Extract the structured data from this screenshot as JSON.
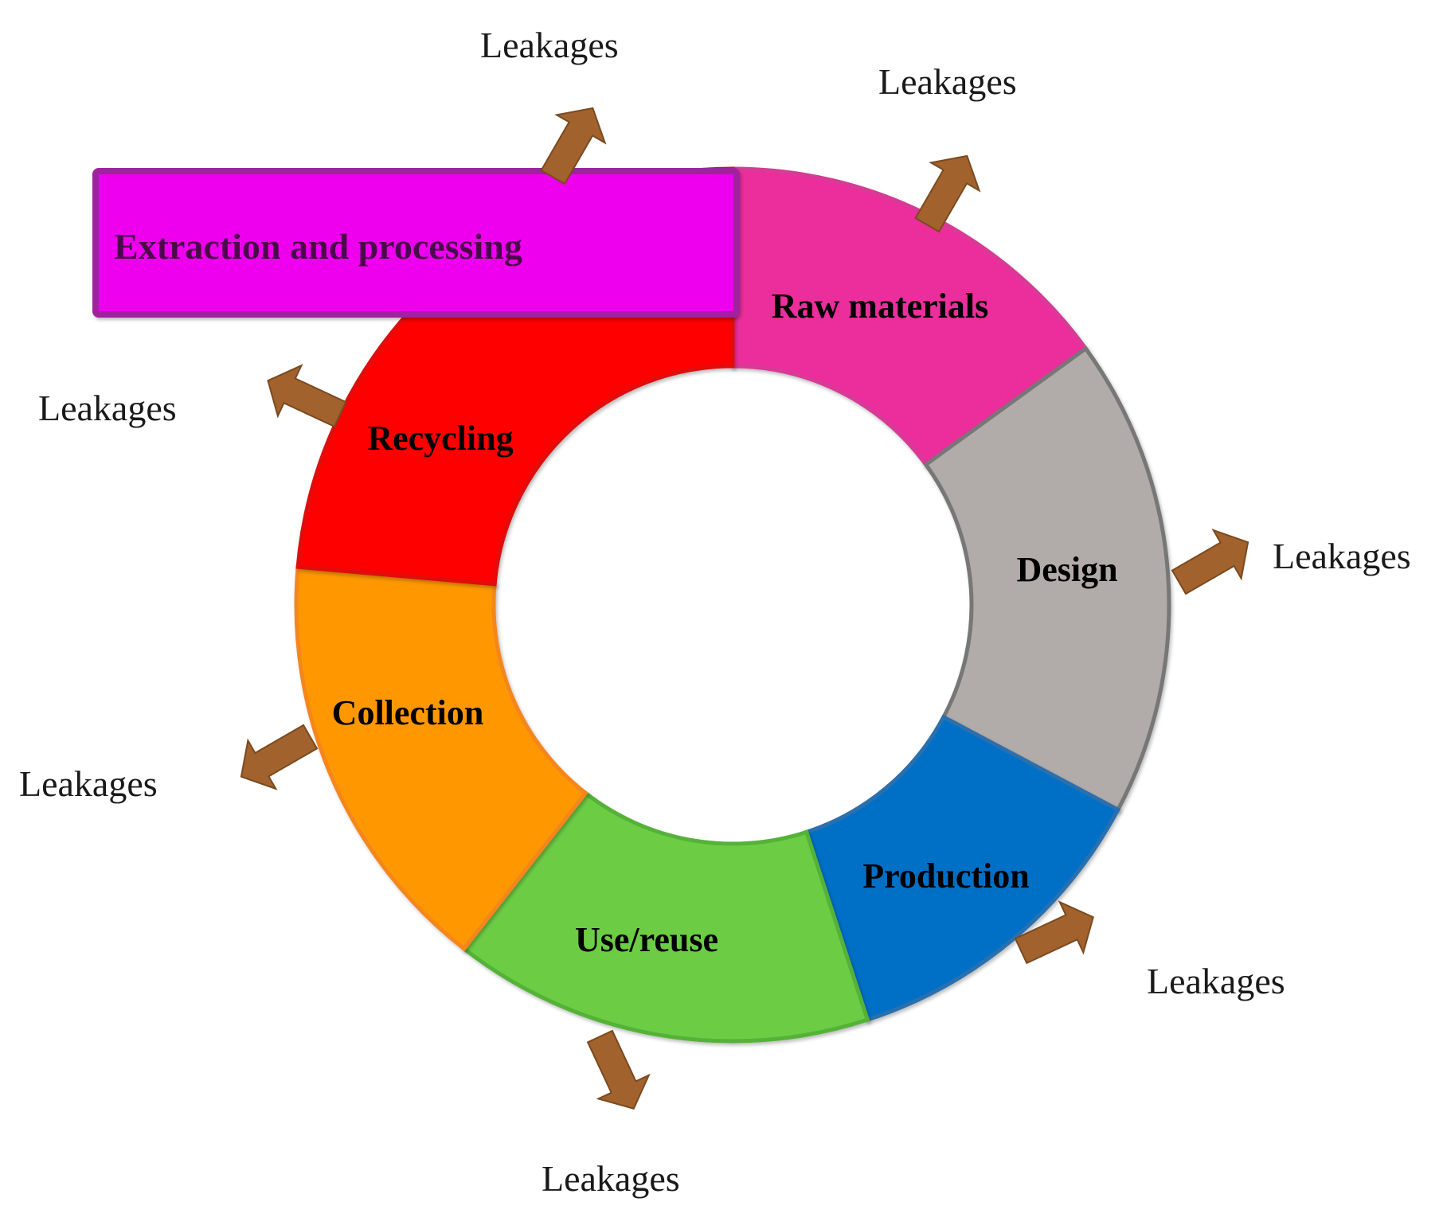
{
  "diagram": {
    "box": {
      "label": "Extraction and processing",
      "fill": "#ee00ee",
      "stroke": "#a0209f"
    },
    "segments": [
      {
        "id": "raw-materials",
        "label": "Raw materials",
        "fill": "#ec2f9c",
        "stroke": "#d63a95"
      },
      {
        "id": "design",
        "label": "Design",
        "fill": "#b1abaa",
        "stroke": "#777777"
      },
      {
        "id": "production",
        "label": "Production",
        "fill": "#0070c6",
        "stroke": "#2c6fae"
      },
      {
        "id": "use-reuse",
        "label": "Use/reuse",
        "fill": "#6ccd44",
        "stroke": "#55b237"
      },
      {
        "id": "collection",
        "label": "Collection",
        "fill": "#ff9800",
        "stroke": "#f5861c"
      },
      {
        "id": "recycling",
        "label": "Recycling",
        "fill": "#ff0000",
        "stroke": "#e01010"
      }
    ],
    "leakages": [
      {
        "id": "top",
        "label": "Leakages"
      },
      {
        "id": "raw-materials",
        "label": "Leakages"
      },
      {
        "id": "recycling",
        "label": "Leakages"
      },
      {
        "id": "design",
        "label": "Leakages"
      },
      {
        "id": "collection",
        "label": "Leakages"
      },
      {
        "id": "production",
        "label": "Leakages"
      },
      {
        "id": "use-reuse",
        "label": "Leakages"
      }
    ],
    "arrow_color": "#a2622d"
  }
}
